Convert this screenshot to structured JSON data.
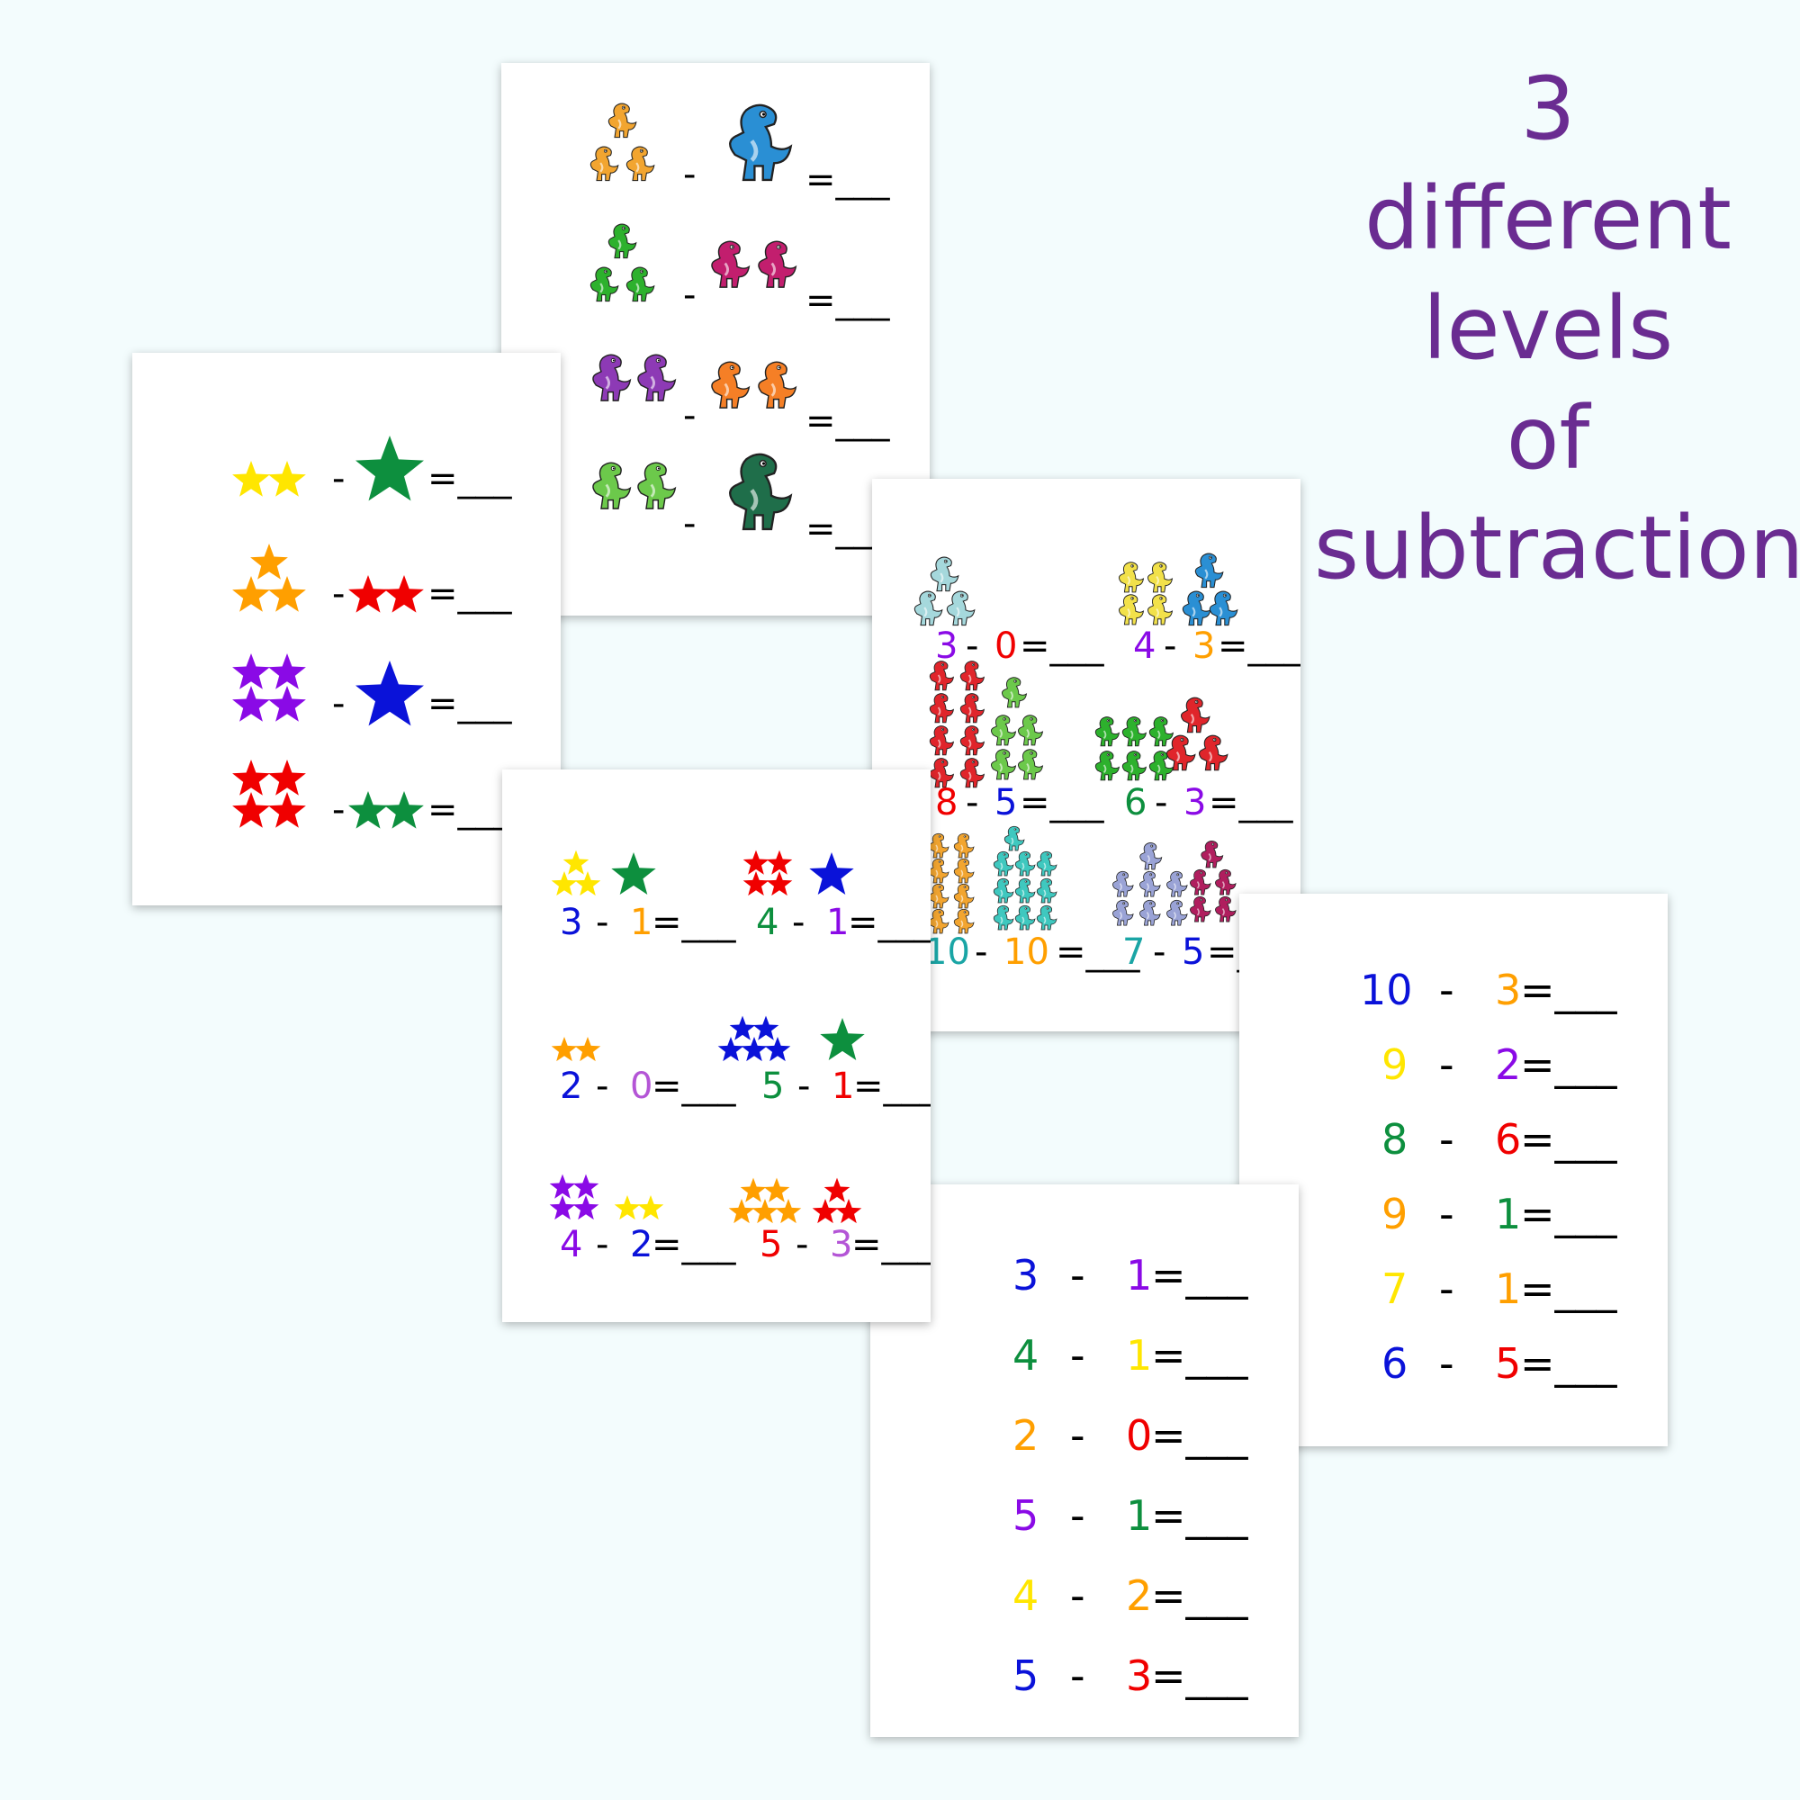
{
  "headline": {
    "line1": "3",
    "line2": "different",
    "line3": "levels",
    "line4": "of",
    "line5": "subtraction"
  },
  "symbols": {
    "minus": "-",
    "equals_blank": "=___"
  },
  "colors": {
    "yellow": "#ffe600",
    "orange": "#ff9f00",
    "red": "#f00000",
    "green": "#0d8f3e",
    "blue": "#0a12d9",
    "purple": "#8a0ae6",
    "headline": "#6a2c91"
  },
  "sheet_dino_a": {
    "rows": [
      {
        "left_count": 3,
        "left_color": "#f2a530",
        "right_count": 1,
        "right_color": "#2a8fd4"
      },
      {
        "left_count": 3,
        "left_color": "#2db12d",
        "right_count": 2,
        "right_color": "#c21e6e"
      },
      {
        "left_count": 2,
        "left_color": "#8d3ab5",
        "right_count": 2,
        "right_color": "#f57f26"
      },
      {
        "left_count": 2,
        "left_color": "#6cc94b",
        "right_count": 1,
        "right_color": "#1f6e4a"
      }
    ]
  },
  "sheet_dino_b": {
    "problems": [
      {
        "a": "3",
        "b": "0",
        "a_color": "#8a0ae6",
        "b_color": "#f00000"
      },
      {
        "a": "4",
        "b": "3",
        "a_color": "#8a0ae6",
        "b_color": "#ff9f00"
      },
      {
        "a": "8",
        "b": "5",
        "a_color": "#f00000",
        "b_color": "#0a12d9"
      },
      {
        "a": "6",
        "b": "3",
        "a_color": "#0d8f3e",
        "b_color": "#8a0ae6"
      },
      {
        "a": "10",
        "b": "10",
        "a_color": "#1aa5a5",
        "b_color": "#ff9f00"
      },
      {
        "a": "7",
        "b": "5",
        "a_color": "#1aa5a5",
        "b_color": "#0a12d9"
      }
    ]
  },
  "sheet_numbers_right": {
    "rows": [
      {
        "a": "10",
        "b": "3",
        "a_color": "#0a12d9",
        "b_color": "#ff9f00"
      },
      {
        "a": "9",
        "b": "2",
        "a_color": "#ffe600",
        "b_color": "#8a0ae6"
      },
      {
        "a": "8",
        "b": "6",
        "a_color": "#0d8f3e",
        "b_color": "#f00000"
      },
      {
        "a": "9",
        "b": "1",
        "a_color": "#ff9f00",
        "b_color": "#0d8f3e"
      },
      {
        "a": "7",
        "b": "1",
        "a_color": "#ffe600",
        "b_color": "#ff9f00"
      },
      {
        "a": "6",
        "b": "5",
        "a_color": "#0a12d9",
        "b_color": "#f00000"
      }
    ]
  },
  "sheet_numbers_bottom": {
    "rows": [
      {
        "a": "3",
        "b": "1",
        "a_color": "#0a12d9",
        "b_color": "#8a0ae6"
      },
      {
        "a": "4",
        "b": "1",
        "a_color": "#0d8f3e",
        "b_color": "#ffe600"
      },
      {
        "a": "2",
        "b": "0",
        "a_color": "#ff9f00",
        "b_color": "#f00000"
      },
      {
        "a": "5",
        "b": "1",
        "a_color": "#8a0ae6",
        "b_color": "#0d8f3e"
      },
      {
        "a": "4",
        "b": "2",
        "a_color": "#ffe600",
        "b_color": "#ff9f00"
      },
      {
        "a": "5",
        "b": "3",
        "a_color": "#0a12d9",
        "b_color": "#f00000"
      }
    ]
  },
  "sheet_stars_numbered": {
    "problems": [
      {
        "a": "3",
        "b": "1",
        "a_color": "#0a12d9",
        "b_color": "#ff9f00"
      },
      {
        "a": "4",
        "b": "1",
        "a_color": "#0d8f3e",
        "b_color": "#8a0ae6"
      },
      {
        "a": "2",
        "b": "0",
        "a_color": "#0a12d9",
        "b_color": "#b455d6"
      },
      {
        "a": "5",
        "b": "1",
        "a_color": "#0d8f3e",
        "b_color": "#f00000"
      },
      {
        "a": "4",
        "b": "2",
        "a_color": "#8a0ae6",
        "b_color": "#0a12d9"
      },
      {
        "a": "5",
        "b": "3",
        "a_color": "#f00000",
        "b_color": "#b455d6"
      }
    ]
  }
}
